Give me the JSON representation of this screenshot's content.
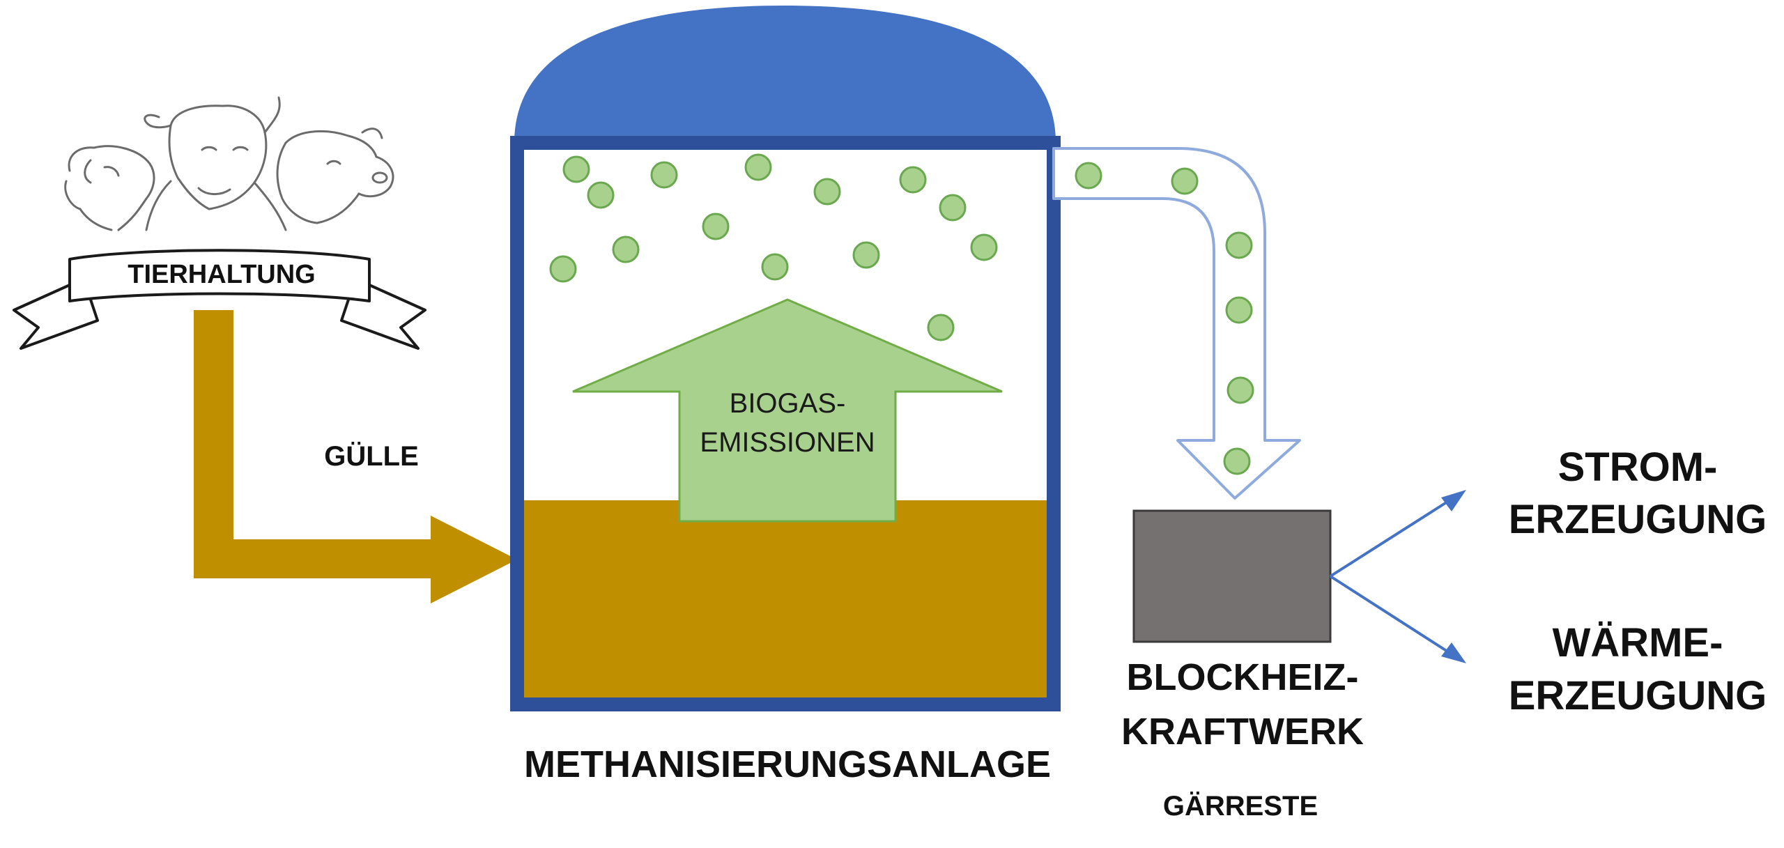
{
  "labels": {
    "tierhaltung": "TIERHALTUNG",
    "guelle": "GÜLLE",
    "biogas_line1": "BIOGAS-",
    "biogas_line2": "EMISSIONEN",
    "anlage": "METHANISIERUNGSANLAGE",
    "bhkw_line1": "BLOCKHEIZ-",
    "bhkw_line2": "KRAFTWERK",
    "gaerreste": "GÄRRESTE",
    "strom_line1": "STROM-",
    "strom_line2": "ERZEUGUNG",
    "waerme_line1": "WÄRME-",
    "waerme_line2": "ERZEUGUNG"
  },
  "colors": {
    "dome": "#4472c4",
    "tank_border": "#2e4f9a",
    "slurry": "#bf8f00",
    "biogas_arrow": "#a9d18e",
    "biogas_arrow_stroke": "#70ad47",
    "bubble": "#a9d18e",
    "bubble_stroke": "#6aa84f",
    "pipe_stroke": "#8faadc",
    "bhkw_box": "#767171",
    "output_arrow": "#4472c4"
  },
  "icons": {
    "animals": "livestock-sketch-icon",
    "banner": "ribbon-banner-icon"
  }
}
